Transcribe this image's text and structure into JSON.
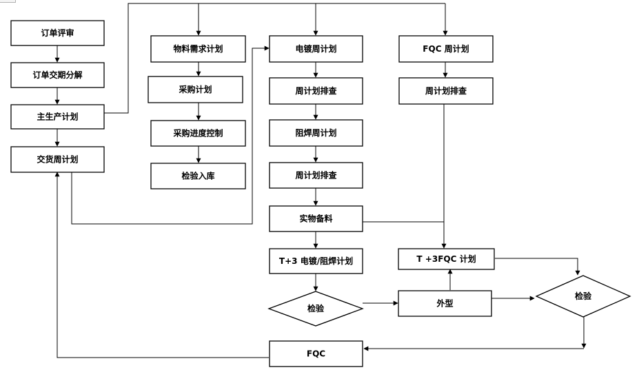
{
  "nodes": {
    "order_review": "订单评审",
    "order_breakdown": "订单交期分解",
    "master_plan": "主生产计划",
    "delivery_weekly": "交货周计划",
    "mrp": "物料需求计划",
    "purchase_plan": "采购计划",
    "purchase_progress": "采购进度控制",
    "inspect_stock": "检验入库",
    "plating_weekly": "电镀周计划",
    "weekly_check_1": "周计划排查",
    "solder_weekly": "阻焊周计划",
    "weekly_check_2": "周计划排查",
    "material_prep": "实物备料",
    "t3_plating_solder": "T+3 电镀/阻焊计划",
    "inspect_1": "检验",
    "fqc_weekly": "FQC 周计划",
    "weekly_check_3": "周计划排查",
    "t3_fqc": "T +3FQC 计划",
    "appearance": "外型",
    "inspect_2": "检验",
    "fqc": "FQC"
  },
  "colors": {
    "line": "#000000",
    "box_fill": "#ffffff",
    "text": "#000000"
  }
}
